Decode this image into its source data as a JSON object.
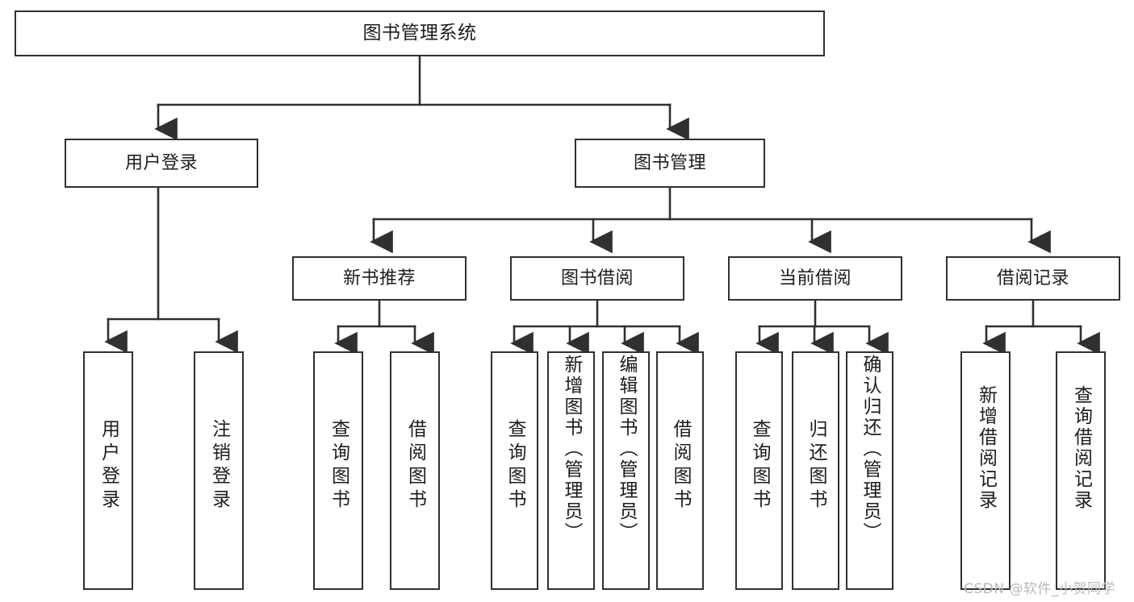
{
  "diagram": {
    "type": "tree-hierarchy",
    "title": "图书管理系统",
    "orientation": "top-down",
    "colors": {
      "box_border": "#30302f",
      "box_fill": "#ffffff",
      "connector": "#30302f",
      "text": "#1d1d1d",
      "watermark": "#b9b9b9",
      "background": "#ffffff"
    },
    "nodes": {
      "root": {
        "label": "图书管理系统"
      },
      "level1": [
        {
          "id": "user-login",
          "label": "用户登录"
        },
        {
          "id": "book-management",
          "label": "图书管理"
        }
      ],
      "level2": [
        {
          "id": "new-book-recommend",
          "label": "新书推荐"
        },
        {
          "id": "book-borrow",
          "label": "图书借阅"
        },
        {
          "id": "current-borrow",
          "label": "当前借阅"
        },
        {
          "id": "borrow-record",
          "label": "借阅记录"
        }
      ],
      "leaves": {
        "user_login": [
          {
            "id": "leaf-user-login",
            "label": "用户登录"
          },
          {
            "id": "leaf-logout-login",
            "label": "注销登录"
          }
        ],
        "new_book_recommend": [
          {
            "id": "leaf-query-book-1",
            "label": "查询图书"
          },
          {
            "id": "leaf-borrow-book-1",
            "label": "借阅图书"
          }
        ],
        "book_borrow": [
          {
            "id": "leaf-query-book-2",
            "label": "查询图书"
          },
          {
            "id": "leaf-add-book",
            "label": "新增图书（管理员）"
          },
          {
            "id": "leaf-edit-book",
            "label": "编辑图书（管理员）"
          },
          {
            "id": "leaf-borrow-book-2",
            "label": "借阅图书"
          }
        ],
        "current_borrow": [
          {
            "id": "leaf-query-book-3",
            "label": "查询图书"
          },
          {
            "id": "leaf-return-book",
            "label": "归还图书"
          },
          {
            "id": "leaf-confirm-return",
            "label": "确认归还（管理员）"
          }
        ],
        "borrow_record": [
          {
            "id": "leaf-add-record",
            "label": "新增借阅记录"
          },
          {
            "id": "leaf-query-record",
            "label": "查询借阅记录"
          }
        ]
      }
    },
    "watermark": {
      "text": "CSDN @软件_小贺同学"
    }
  }
}
